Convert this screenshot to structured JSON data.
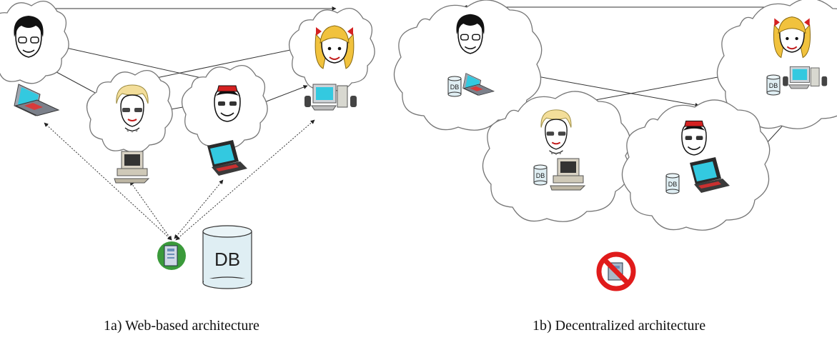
{
  "captions": {
    "web": "1a) Web-based architecture",
    "decentralized": "1b) Decentralized architecture"
  },
  "db_label": "DB",
  "icons": [
    "person-icon",
    "laptop-icon",
    "desktop-computer-icon",
    "server-icon",
    "database-icon",
    "no-server-icon"
  ],
  "colors": {
    "screen": "#33c9e0",
    "db_fill": "#dfeef3",
    "server_badge": "#3a9a3a",
    "no_sign": "#e01b1b"
  }
}
